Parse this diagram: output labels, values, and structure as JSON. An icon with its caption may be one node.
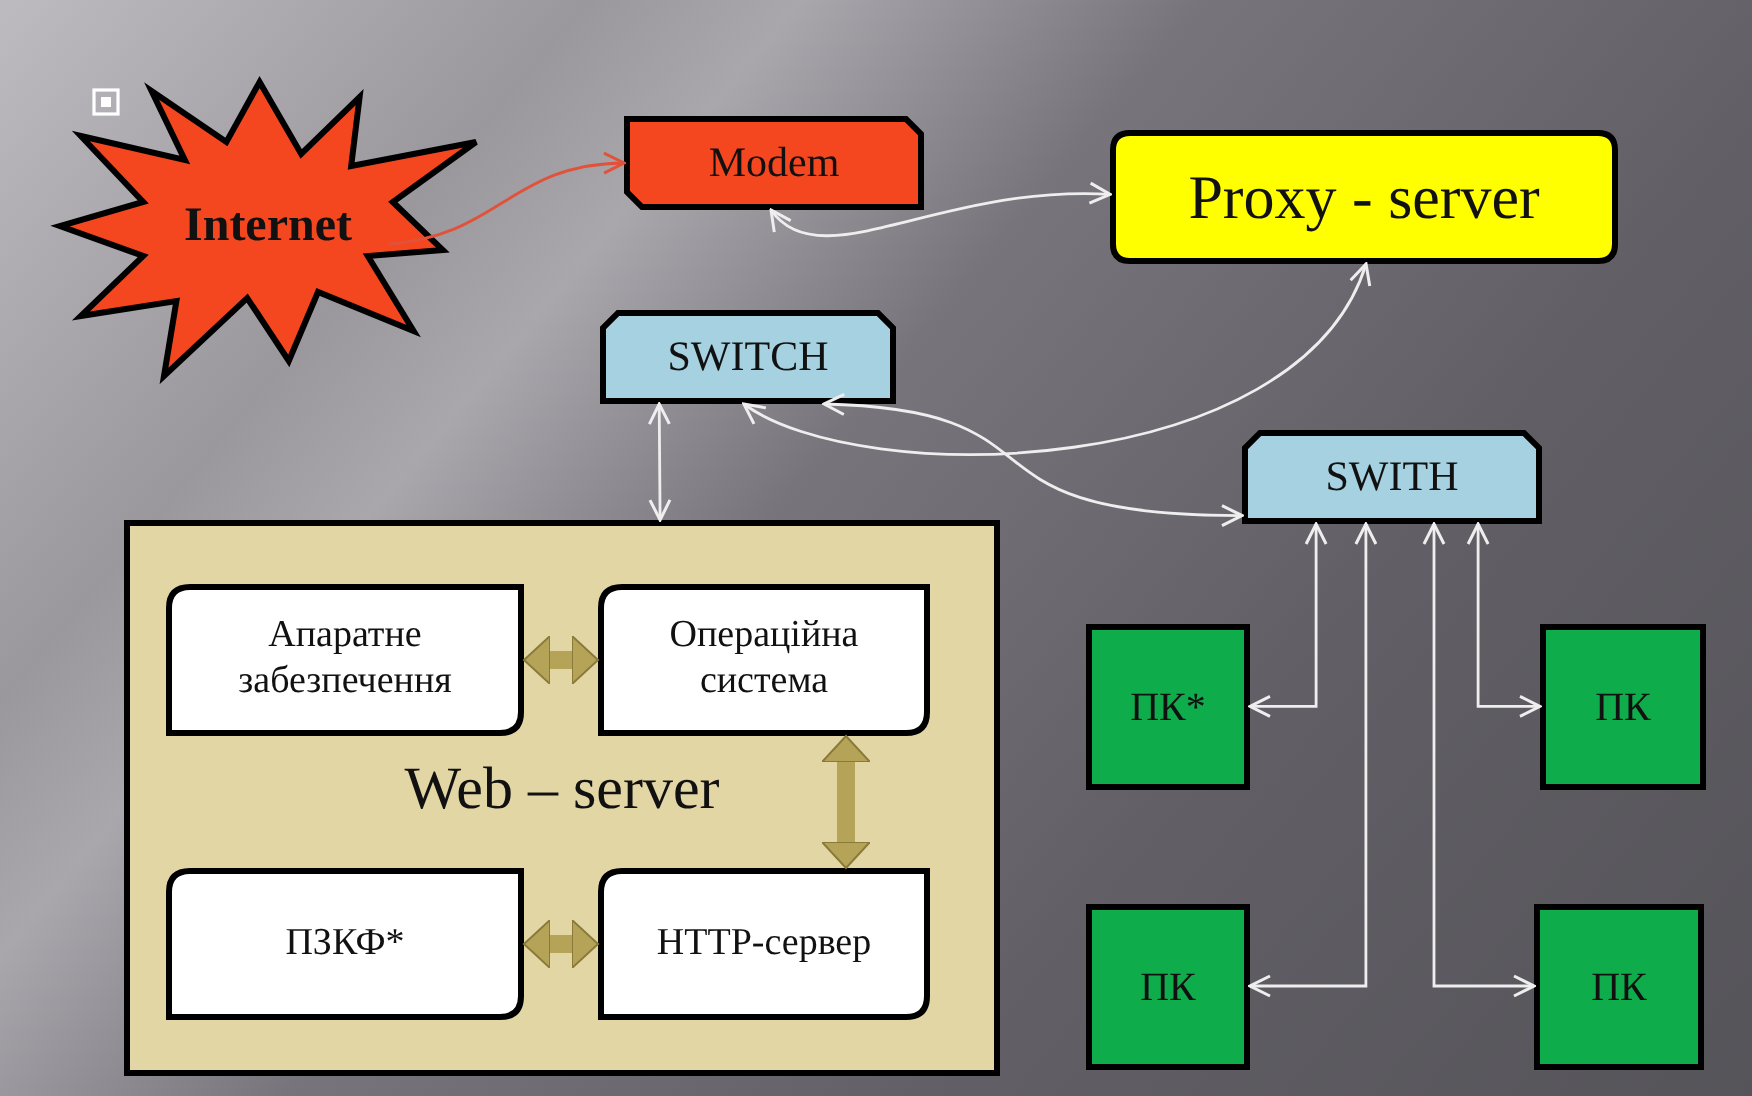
{
  "diagram": {
    "nodes": [
      {
        "text": [
          "Internet"
        ]
      },
      {
        "text": [
          "Modem"
        ]
      },
      {
        "text": [
          "Proxy - server"
        ]
      },
      {
        "text": [
          "SWITCH"
        ]
      },
      {
        "text": [
          "SWITH"
        ]
      },
      {
        "text": [
          "Web – server"
        ]
      },
      {
        "text": [
          "Апаратне забезпечення"
        ],
        "in": 5
      },
      {
        "text": [
          "Операційна система"
        ],
        "in": 5
      },
      {
        "text": [
          "ПЗКФ*"
        ],
        "in": 5
      },
      {
        "text": [
          "HTTP-сервер"
        ],
        "in": 5
      },
      {
        "text": [
          "ПК*"
        ]
      },
      {
        "text": [
          "ПК"
        ]
      },
      {
        "text": [
          "ПК"
        ]
      },
      {
        "text": [
          "ПК"
        ]
      }
    ],
    "edges": [
      {
        "from": 0,
        "to": 1,
        "arrow": "to",
        "color": "#e0533a"
      },
      {
        "from": 1,
        "to": 2,
        "arrow": "both"
      },
      {
        "from": 3,
        "to": 5,
        "arrow": "both"
      },
      {
        "from": 3,
        "to": 2,
        "arrow": "both"
      },
      {
        "from": 3,
        "to": 4,
        "arrow": "both"
      },
      {
        "from": 4,
        "to": 10,
        "arrow": "both"
      },
      {
        "from": 4,
        "to": 11,
        "arrow": "both"
      },
      {
        "from": 4,
        "to": 12,
        "arrow": "both"
      },
      {
        "from": 4,
        "to": 13,
        "arrow": "both"
      },
      {
        "from": 6,
        "to": 7,
        "arrow": "both",
        "style": "thick",
        "color": "#b5a357"
      },
      {
        "from": 7,
        "to": 9,
        "arrow": "both",
        "style": "thick",
        "color": "#b5a357"
      },
      {
        "from": 8,
        "to": 9,
        "arrow": "both",
        "style": "thick",
        "color": "#b5a357"
      }
    ]
  }
}
